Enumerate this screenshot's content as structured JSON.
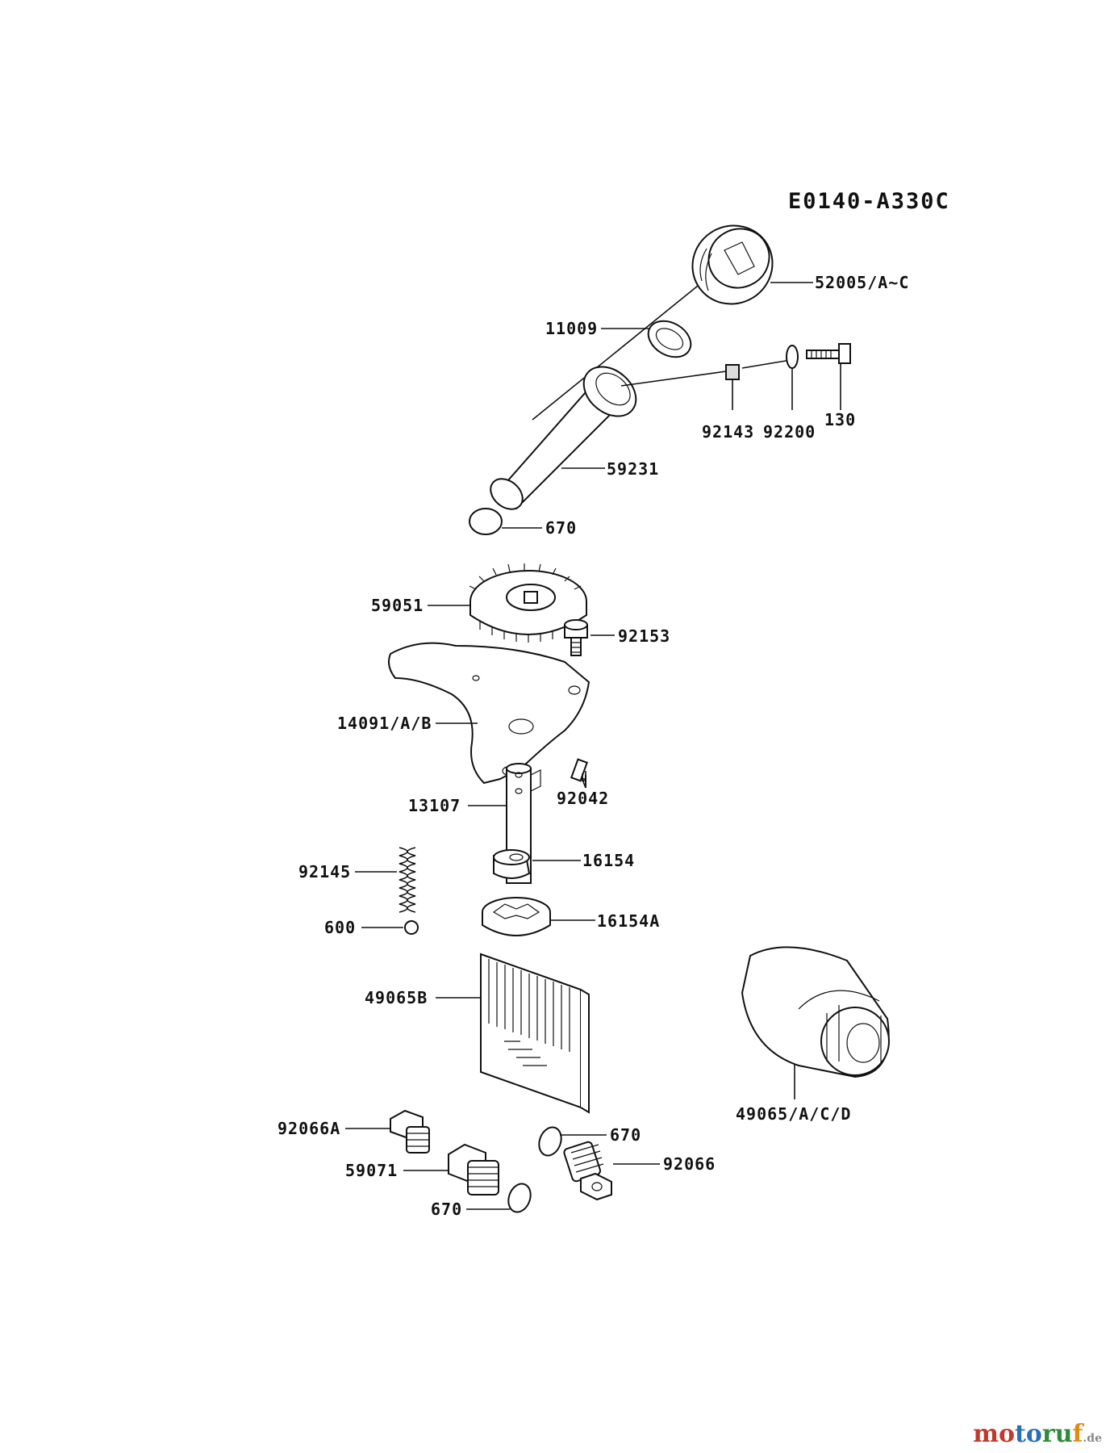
{
  "diagram_code": "E0140-A330C",
  "callouts": {
    "c52005": "52005/A~C",
    "c11009": "11009",
    "c92143": "92143",
    "c92200": "92200",
    "c130": "130",
    "c59231": "59231",
    "c670a": "670",
    "c59051": "59051",
    "c92153": "92153",
    "c14091": "14091/A/B",
    "c13107": "13107",
    "c92042": "92042",
    "c92145": "92145",
    "c16154": "16154",
    "c600": "600",
    "c16154A": "16154A",
    "c49065B": "49065B",
    "c49065": "49065/A/C/D",
    "c92066A": "92066A",
    "c670b": "670",
    "c92066": "92066",
    "c59071": "59071",
    "c670c": "670"
  },
  "watermark": {
    "p1": "mo",
    "p2": "to",
    "p3": "ru",
    "p4": "f",
    "tld": ".de"
  }
}
